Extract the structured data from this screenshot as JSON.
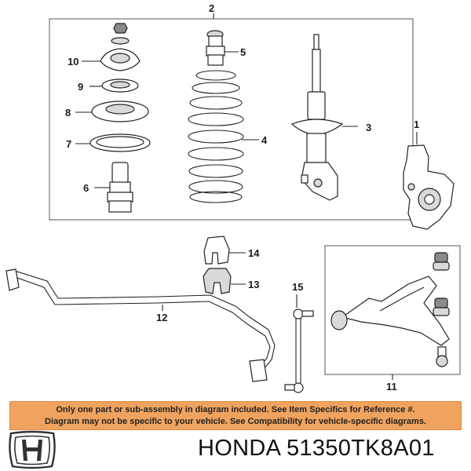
{
  "callouts": {
    "c1": "1",
    "c2": "2",
    "c3": "3",
    "c4": "4",
    "c5": "5",
    "c6": "6",
    "c7": "7",
    "c8": "8",
    "c9": "9",
    "c10": "10",
    "c11": "11",
    "c12": "12",
    "c13": "13",
    "c14": "14",
    "c15": "15"
  },
  "notice": {
    "line1": "Only one part or sub-assembly in diagram included. See Item Specifics for Reference #.",
    "line2": "Diagram may not be specific to your vehicle. See Compatibility for vehicle-specific diagrams."
  },
  "part_label": "HONDA 51350TK8A01",
  "colors": {
    "banner": "#f0a35f",
    "line": "#222222"
  },
  "icons": {
    "logo": "honda-logo"
  }
}
